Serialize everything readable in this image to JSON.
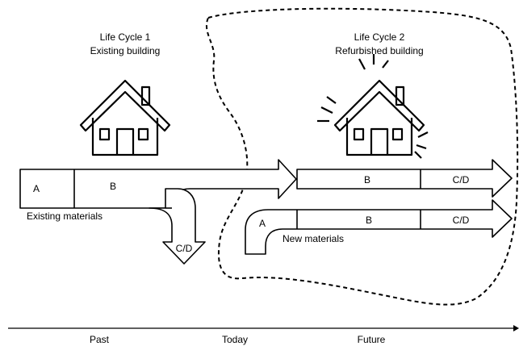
{
  "life_cycle_1": {
    "title": "Life Cycle 1",
    "subtitle": "Existing building"
  },
  "life_cycle_2": {
    "title": "Life Cycle 2",
    "subtitle": "Refurbished building"
  },
  "stages": {
    "existing_a": "A",
    "existing_b": "B",
    "existing_cd": "C/D",
    "refurb_b": "B",
    "refurb_cd": "C/D",
    "new_a": "A",
    "new_b": "B",
    "new_cd": "C/D"
  },
  "materials": {
    "existing": "Existing materials",
    "new": "New materials"
  },
  "timeline": {
    "past": "Past",
    "today": "Today",
    "future": "Future"
  }
}
